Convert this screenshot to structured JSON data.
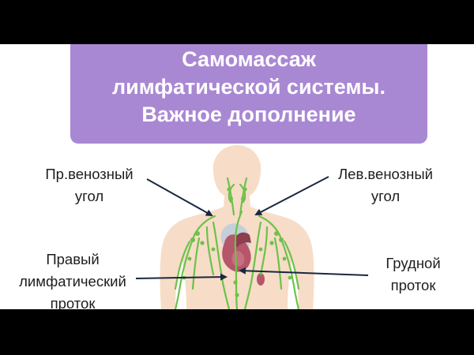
{
  "title": {
    "line1": "Самомассаж",
    "line2": "лимфатической системы.",
    "line3": "Важное дополнение"
  },
  "labels": {
    "right_venous_angle": {
      "line1": "Пр.венозный",
      "line2": "угол"
    },
    "left_venous_angle": {
      "line1": "Лев.венозный",
      "line2": "угол"
    },
    "right_lymphatic_duct": {
      "line1": "Правый",
      "line2": "лимфатический",
      "line3": "проток"
    },
    "thoracic_duct": {
      "line1": "Грудной",
      "line2": "проток"
    }
  },
  "colors": {
    "title_box": "#a988d3",
    "title_text": "#ffffff",
    "body_skin": "#f7dcc7",
    "lymph_vessels": "#6cc24a",
    "arrows": "#1a2740",
    "heart": "#b5566a",
    "letterbox": "#000000"
  }
}
